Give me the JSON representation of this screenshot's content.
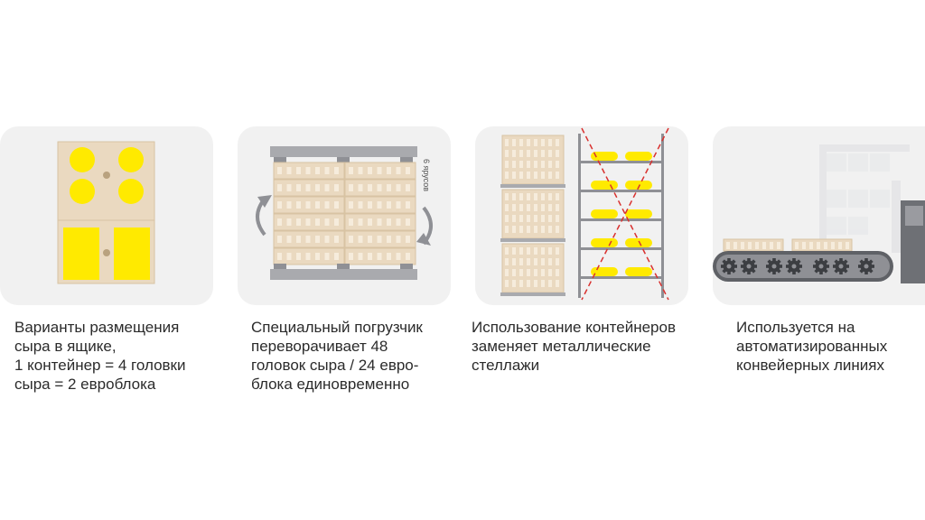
{
  "panels": [
    {
      "id": "box-arrangement",
      "caption": [
        "Варианты размещения",
        "сыра в ящике,",
        "1 контейнер = 4 головки",
        "сыра = 2 евроблока"
      ]
    },
    {
      "id": "forklift-turn",
      "label_tiers": "6 ярусов",
      "caption": [
        "Специальный погрузчик",
        "переворачивает 48",
        "головок сыра / 24 евро-",
        "блока единовременно"
      ]
    },
    {
      "id": "containers-vs-racks",
      "caption": [
        "Использование контейнеров",
        "заменяет металлические",
        "стеллажи"
      ]
    },
    {
      "id": "conveyor",
      "caption": [
        "Используется на",
        "автоматизированных",
        "конвейерных линиях"
      ]
    }
  ],
  "colors": {
    "card_bg": "#f1f1f1",
    "wood": "#ead9c0",
    "wood_dark": "#d8c3a3",
    "cheese": "#ffea00",
    "metal": "#8f9095",
    "cross": "#d9312f"
  }
}
